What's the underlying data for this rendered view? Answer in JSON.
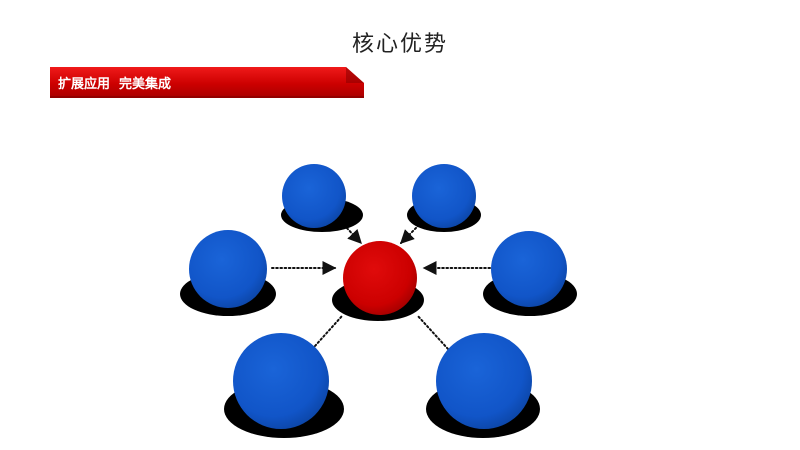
{
  "slide": {
    "title": "核心优势",
    "section_label": "扩展应用  完美集成"
  },
  "colors": {
    "ribbon_red": "#d40000",
    "center_node": "#cc0000",
    "outer_node": "#1155c8",
    "node_shadow": "#000000",
    "connector": "#111111"
  },
  "diagram": {
    "center": {
      "name": "center-node",
      "color": "red"
    },
    "outer_nodes": [
      {
        "name": "node-top-left",
        "color": "blue"
      },
      {
        "name": "node-top-right",
        "color": "blue"
      },
      {
        "name": "node-middle-left",
        "color": "blue"
      },
      {
        "name": "node-middle-right",
        "color": "blue"
      },
      {
        "name": "node-bottom-left",
        "color": "blue"
      },
      {
        "name": "node-bottom-right",
        "color": "blue"
      }
    ],
    "connectors": [
      {
        "from": "node-top-left",
        "to": "center-node",
        "arrow": true
      },
      {
        "from": "node-top-right",
        "to": "center-node",
        "arrow": true
      },
      {
        "from": "node-middle-left",
        "to": "center-node",
        "arrow": true
      },
      {
        "from": "node-middle-right",
        "to": "center-node",
        "arrow": true
      },
      {
        "from": "node-bottom-left",
        "to": "center-node",
        "arrow": false
      },
      {
        "from": "node-bottom-right",
        "to": "center-node",
        "arrow": false
      }
    ]
  }
}
